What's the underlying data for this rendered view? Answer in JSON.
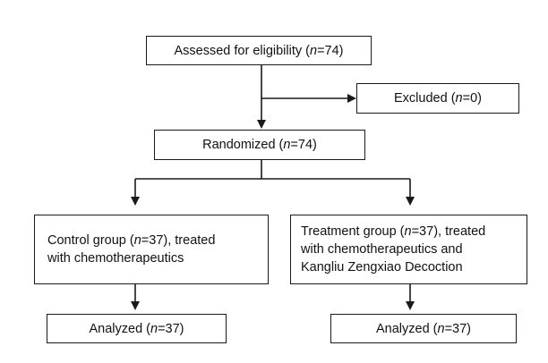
{
  "assessed": {
    "prefix": "Assessed for eligibility (",
    "n_var": "n",
    "suffix": "=74)"
  },
  "excluded": {
    "prefix": "Excluded (",
    "n_var": "n",
    "suffix": "=0)"
  },
  "randomized": {
    "prefix": "Randomized (",
    "n_var": "n",
    "suffix": "=74)"
  },
  "control": {
    "line1_prefix": "Control group (",
    "n_var": "n",
    "line1_suffix": "=37), treated",
    "line2": "with chemotherapeutics"
  },
  "treatment": {
    "line1_prefix": "Treatment group (",
    "n_var": "n",
    "line1_suffix": "=37), treated",
    "line2": "with chemotherapeutics and",
    "line3": "Kangliu Zengxiao Decoction"
  },
  "analyzed_left": {
    "prefix": "Analyzed (",
    "n_var": "n",
    "suffix": "=37)"
  },
  "analyzed_right": {
    "prefix": "Analyzed (",
    "n_var": "n",
    "suffix": "=37)"
  }
}
